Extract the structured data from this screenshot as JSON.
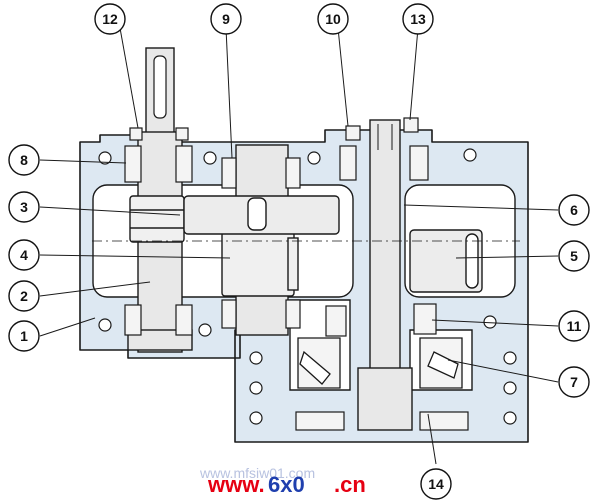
{
  "callouts": {
    "c1": "1",
    "c2": "2",
    "c3": "3",
    "c4": "4",
    "c5": "5",
    "c6": "6",
    "c7": "7",
    "c8": "8",
    "c9": "9",
    "c10": "10",
    "c11": "11",
    "c12": "12",
    "c13": "13",
    "c14": "14"
  },
  "watermark": {
    "faint_text": "www.mfsiw01.com",
    "prefix": "www.",
    "brand_a": "6x0",
    "brand_b": ".cn"
  },
  "colors": {
    "housing_fill": "#dde8f2",
    "housing_stroke": "#1a1a1a",
    "shaft_fill": "#e8e8e8",
    "bearing_fill": "#f4f4f4",
    "brand_red": "#e60012",
    "brand_blue": "#1f3fae"
  }
}
